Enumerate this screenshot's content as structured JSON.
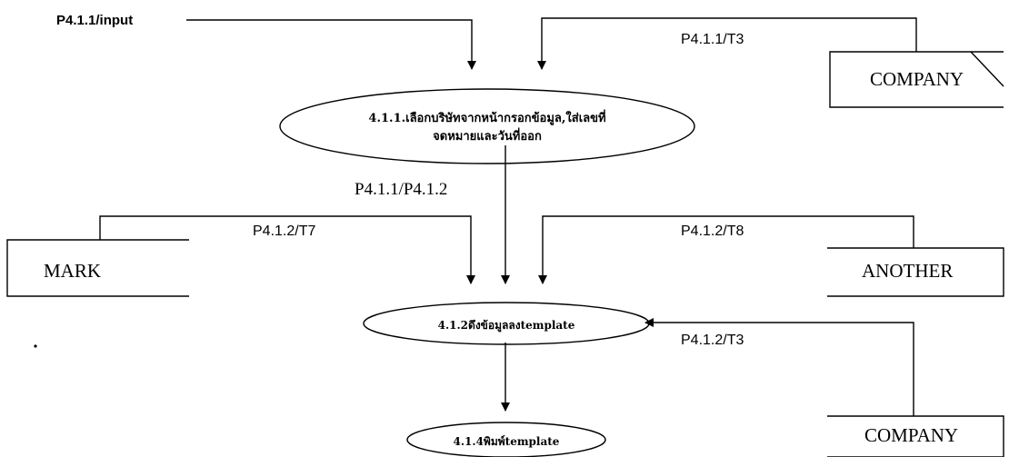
{
  "flows": {
    "input": "P4.1.1/input",
    "t3_top": "P4.1.1/T3",
    "p411_p412": "P4.1.1/P4.1.2",
    "t7": "P4.1.2/T7",
    "t8": "P4.1.2/T8",
    "t3_bottom": "P4.1.2/T3"
  },
  "processes": {
    "p411_line1": "4.1.1.เลือกบริษัทจากหน้ากรอกข้อมูล,ใส่เลขที่",
    "p411_line2": "จดหมายและวันที่ออก",
    "p412": "4.1.2ดึงข้อมูลลงtemplate",
    "p414": "4.1.4พิมพ์template"
  },
  "stores": {
    "company_top": "COMPANY",
    "mark": "MARK",
    "another": "ANOTHER",
    "company_bottom": "COMPANY"
  }
}
